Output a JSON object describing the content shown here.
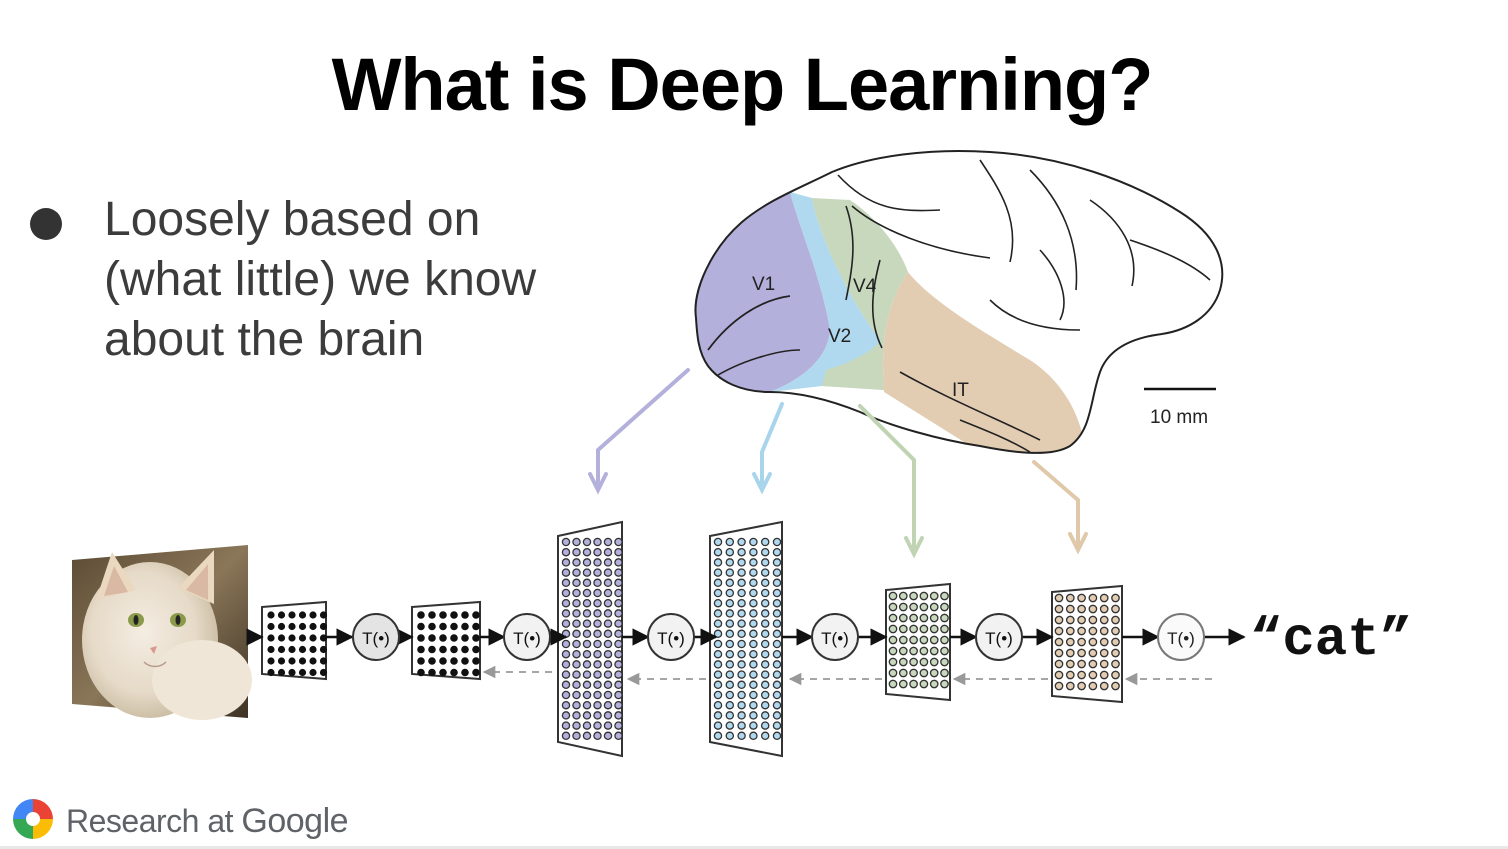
{
  "slide": {
    "title": "What is Deep Learning?",
    "bullet_lines": [
      "Loosely based on",
      "(what little) we know",
      "about the brain"
    ]
  },
  "brain": {
    "regions": [
      "V1",
      "V2",
      "V4",
      "IT"
    ],
    "scale_bar_label": "10 mm",
    "colors": {
      "V1": "#b4b0dc",
      "V2": "#b0d8ee",
      "V4": "#c8d8bc",
      "IT": "#e2cdb3"
    }
  },
  "network": {
    "transform_label": "T(•)",
    "output_label": "“cat”",
    "input_image": "cat-photo"
  },
  "footer": {
    "brand_prefix": "Research at",
    "brand_name": "Google"
  }
}
